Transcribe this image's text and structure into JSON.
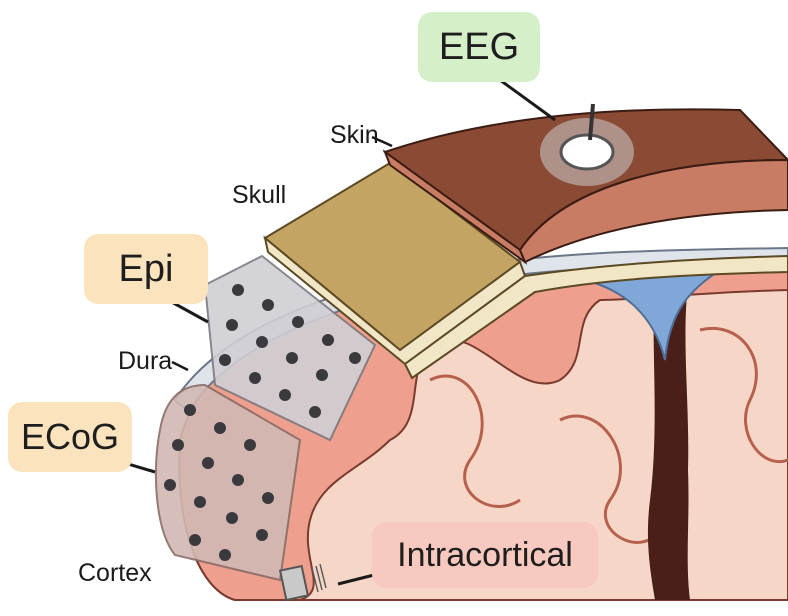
{
  "labels": {
    "skin": "Skin",
    "skull": "Skull",
    "dura": "Dura",
    "cortex": "Cortex"
  },
  "methods": {
    "eeg": "EEG",
    "epi": "Epi",
    "ecog": "ECoG",
    "intracortical": "Intracortical"
  },
  "colors": {
    "skin": "#8b4a33",
    "skull": "#c4a462",
    "dura": "#dfe3ea",
    "cortex": "#ef9f8d",
    "white_matter": "#f6d7c7",
    "csf": "#7fa8d8",
    "eeg_tag": "#d5f0c9",
    "epi_tag": "#fbe3bd",
    "ecog_tag": "#fbe3bd",
    "intracortical_tag": "#f8c9bf"
  }
}
